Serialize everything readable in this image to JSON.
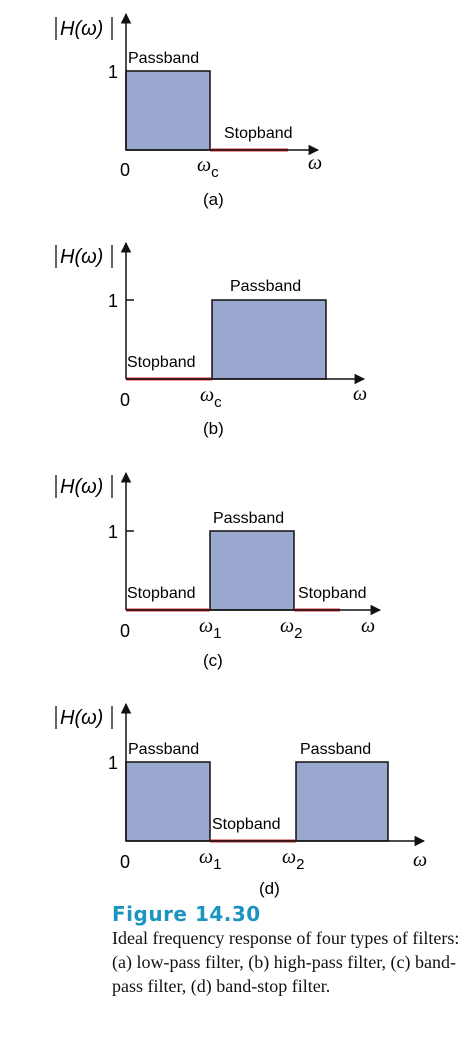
{
  "colors": {
    "passband_fill": "#9aa7cf",
    "stopband_line": "#d2323a",
    "axis": "#111111",
    "title_accent": "#1c94bf"
  },
  "labels": {
    "y_axis": "H(ω)",
    "x_axis": "ω",
    "passband": "Passband",
    "stopband": "Stopband",
    "one": "1",
    "zero": "0"
  },
  "panels": [
    {
      "tag": "(a)",
      "wc": "ω",
      "wc_sub": "c"
    },
    {
      "tag": "(b)",
      "wc": "ω",
      "wc_sub": "c"
    },
    {
      "tag": "(c)",
      "w1": "ω",
      "w1_sub": "1",
      "w2": "ω",
      "w2_sub": "2"
    },
    {
      "tag": "(d)",
      "w1": "ω",
      "w1_sub": "1",
      "w2": "ω",
      "w2_sub": "2"
    }
  ],
  "figure": {
    "title": "Figure 14.30",
    "caption": "Ideal frequency response of four types of filters: (a) low-pass filter, (b) high-pass filter, (c) band-pass filter, (d) band-stop filter."
  }
}
